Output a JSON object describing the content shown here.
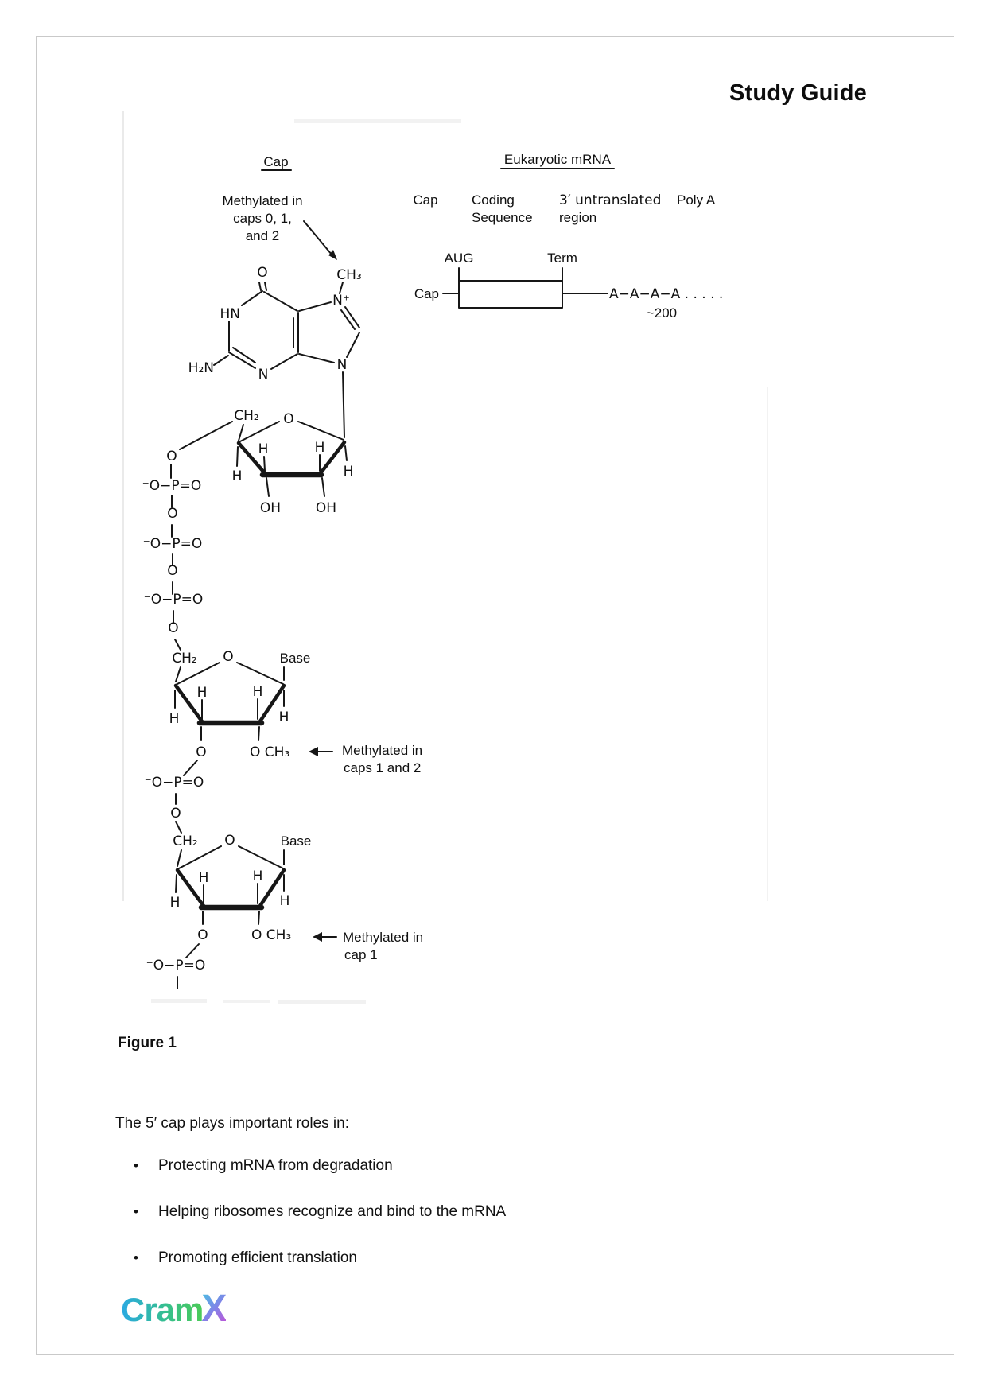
{
  "page": {
    "title": "Study Guide",
    "figure_caption": "Figure 1"
  },
  "cap_structure": {
    "title": "Cap",
    "note_m7": [
      "Methylated in",
      "caps 0, 1,",
      "and 2"
    ],
    "note_cap12": [
      "Methylated in",
      "caps 1 and 2"
    ],
    "note_cap1": [
      "Methylated in",
      "cap 1"
    ],
    "atoms": {
      "o": "O",
      "hn": "HN",
      "h2n": "H₂N",
      "n": "N",
      "n_plus": "N⁺",
      "ch3": "CH₃",
      "ch2": "CH₂",
      "h": "H",
      "oh": "OH",
      "base": "Base",
      "o_ch3": "O CH₃",
      "phosphate": "⁻O−P=O"
    }
  },
  "mrna_diagram": {
    "title": "Eukaryotic mRNA",
    "cap": "Cap",
    "coding_line1": "Coding",
    "coding_line2": "Sequence",
    "utr_line1": "3′ untranslated",
    "utr_line2": "region",
    "polya": "Poly A",
    "aug": "AUG",
    "term": "Term",
    "cap_left": "Cap",
    "polya_tail": "A−A−A−A . . . . .",
    "polya_count": "~200"
  },
  "body": {
    "intro": "The 5′ cap plays important roles in:",
    "bullet": "•",
    "bullets": [
      "Protecting mRNA from degradation",
      "Helping ribosomes recognize and bind to the mRNA",
      "Promoting efficient translation"
    ]
  },
  "footer": {
    "logo_part1": "Cram",
    "logo_part2": "X"
  },
  "colors": {
    "page_border": "#c9c9c9",
    "ink": "#161616",
    "logo_gradient": [
      "#2aa9e3",
      "#36bf8e",
      "#4bcb57"
    ],
    "logo_x_gradient": [
      "#45c4e0",
      "#7e86e8",
      "#c44fd6"
    ]
  }
}
